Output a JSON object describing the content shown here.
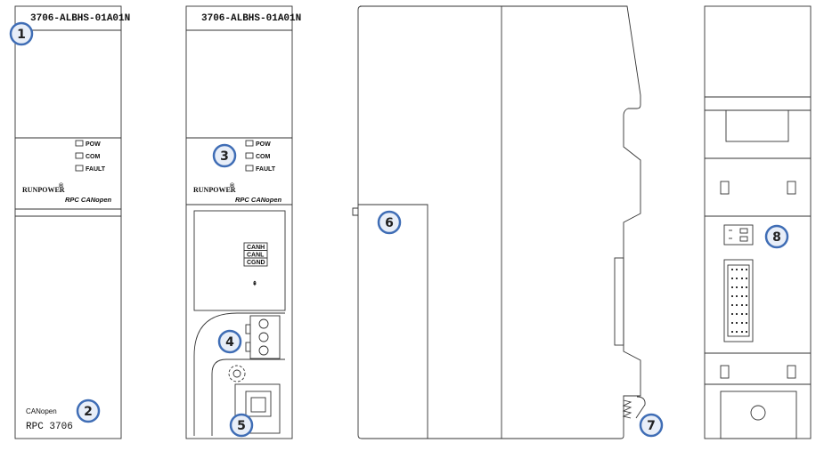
{
  "model_label": "3706-ALBHS-01A01N",
  "led_labels": [
    "POW",
    "COM",
    "FAULT"
  ],
  "brand": "RUNPOWER",
  "brand_mark": "®",
  "protocol": "RPC CANopen",
  "bottom_line1": "CANopen",
  "bottom_line2": "RPC 3706",
  "terminal_labels": [
    "CANH",
    "CANL",
    "CGND"
  ],
  "usb_symbol": "⇞",
  "callouts": [
    "1",
    "2",
    "3",
    "4",
    "5",
    "6",
    "7",
    "8"
  ]
}
